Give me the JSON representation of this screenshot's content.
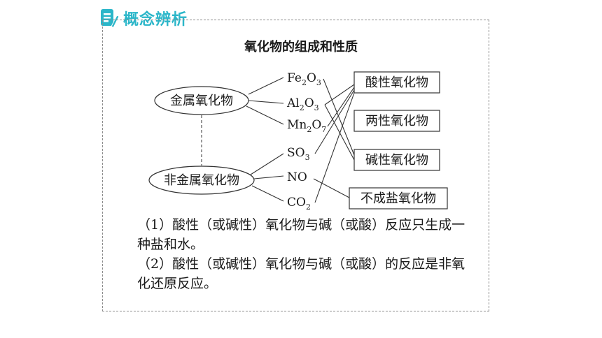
{
  "header": {
    "title": "概念辨析",
    "icon": "note-pencil-icon",
    "accent_color": "#2bb6c9"
  },
  "diagram": {
    "title": "氧化物的组成和性质",
    "groups": {
      "metal": "金属氧化物",
      "nonmetal": "非金属氧化物"
    },
    "compounds": {
      "fe2o3": {
        "base": "Fe",
        "sub1": "2",
        "mid": "O",
        "sub2": "3"
      },
      "al2o3": {
        "base": "Al",
        "sub1": "2",
        "mid": "O",
        "sub2": "3"
      },
      "mn2o7": {
        "base": "Mn",
        "sub1": "2",
        "mid": "O",
        "sub2": "7"
      },
      "so3": {
        "base": "SO",
        "sub1": "3"
      },
      "no": {
        "base": "NO"
      },
      "co2": {
        "base": "CO",
        "sub1": "2"
      }
    },
    "categories": {
      "acidic": "酸性氧化物",
      "amphoteric": "两性氧化物",
      "basic": "碱性氧化物",
      "non_salt": "不成盐氧化物"
    }
  },
  "notes": {
    "line1": "（1）酸性（或碱性）氧化物与碱（或酸）反应只生成一种盐和水。",
    "line2": "（2）酸性（或碱性）氧化物与碱（或酸）的反应是非氧化还原反应。"
  }
}
